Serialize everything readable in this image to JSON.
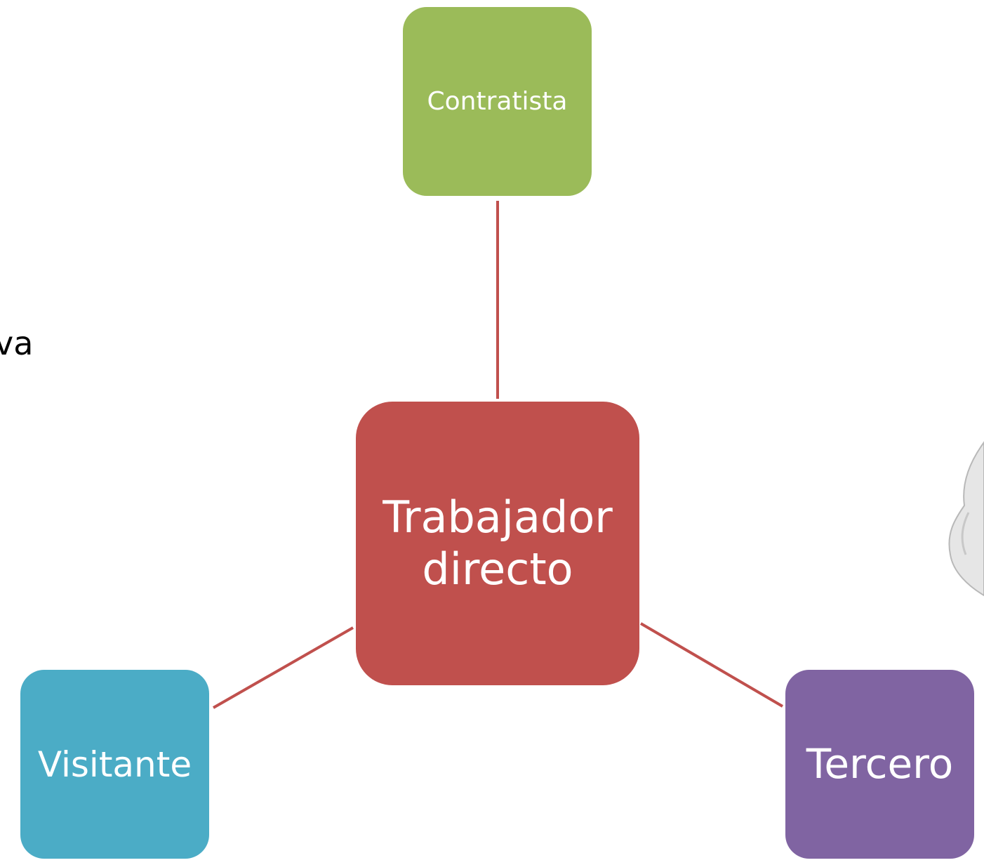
{
  "diagram": {
    "nodes": {
      "top": {
        "label": "Contratista",
        "color": "#9BBB59"
      },
      "center": {
        "label": "Trabajador directo",
        "color": "#C0504D"
      },
      "left": {
        "label": "Visitante",
        "color": "#4BACC6"
      },
      "right": {
        "label": "Tercero",
        "color": "#8064A2"
      }
    },
    "connector_color": "#C0504D",
    "left_fragment_text": "va"
  }
}
